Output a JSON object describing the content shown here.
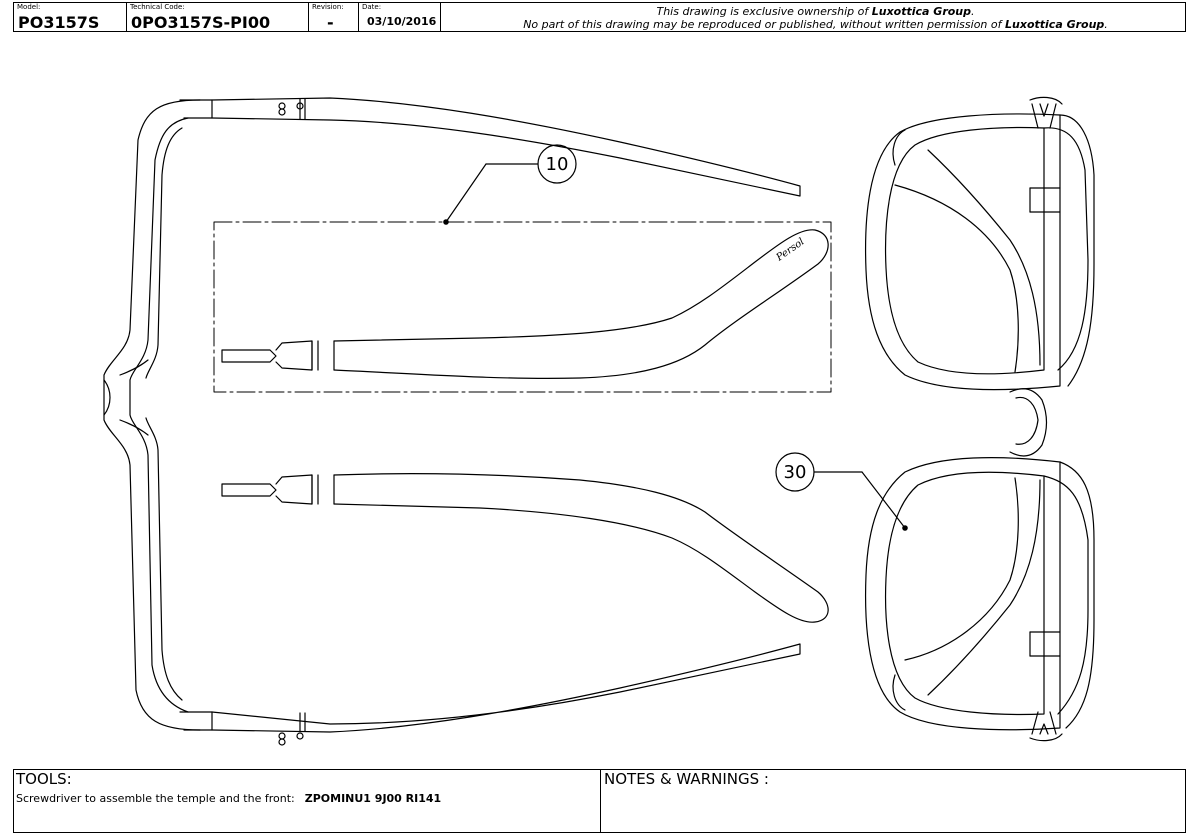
{
  "header": {
    "model_caption": "Model:",
    "model": "PO3157S",
    "code_caption": "Technical Code:",
    "code": "0PO3157S-PI00",
    "revision_caption": "Revision:",
    "revision": "-",
    "date_caption": "Date:",
    "date": "03/10/2016",
    "notice_line1_pre": "This drawing is exclusive ownership of ",
    "notice_line1_owner": "Luxottica Group",
    "notice_line1_post": ".",
    "notice_line2_pre": "No part of this drawing may be reproduced or published, without written permission of ",
    "notice_line2_owner": "Luxottica Group",
    "notice_line2_post": "."
  },
  "drawing": {
    "callout_temple": "10",
    "callout_lens": "30",
    "logo_script": "Persol"
  },
  "footer": {
    "tools_title": "TOOLS:",
    "tools_text": "Screwdriver to assemble the temple and the front:",
    "tools_code": "ZPOMINU1 9J00 RI141",
    "notes_title": "NOTES & WARNINGS :"
  }
}
